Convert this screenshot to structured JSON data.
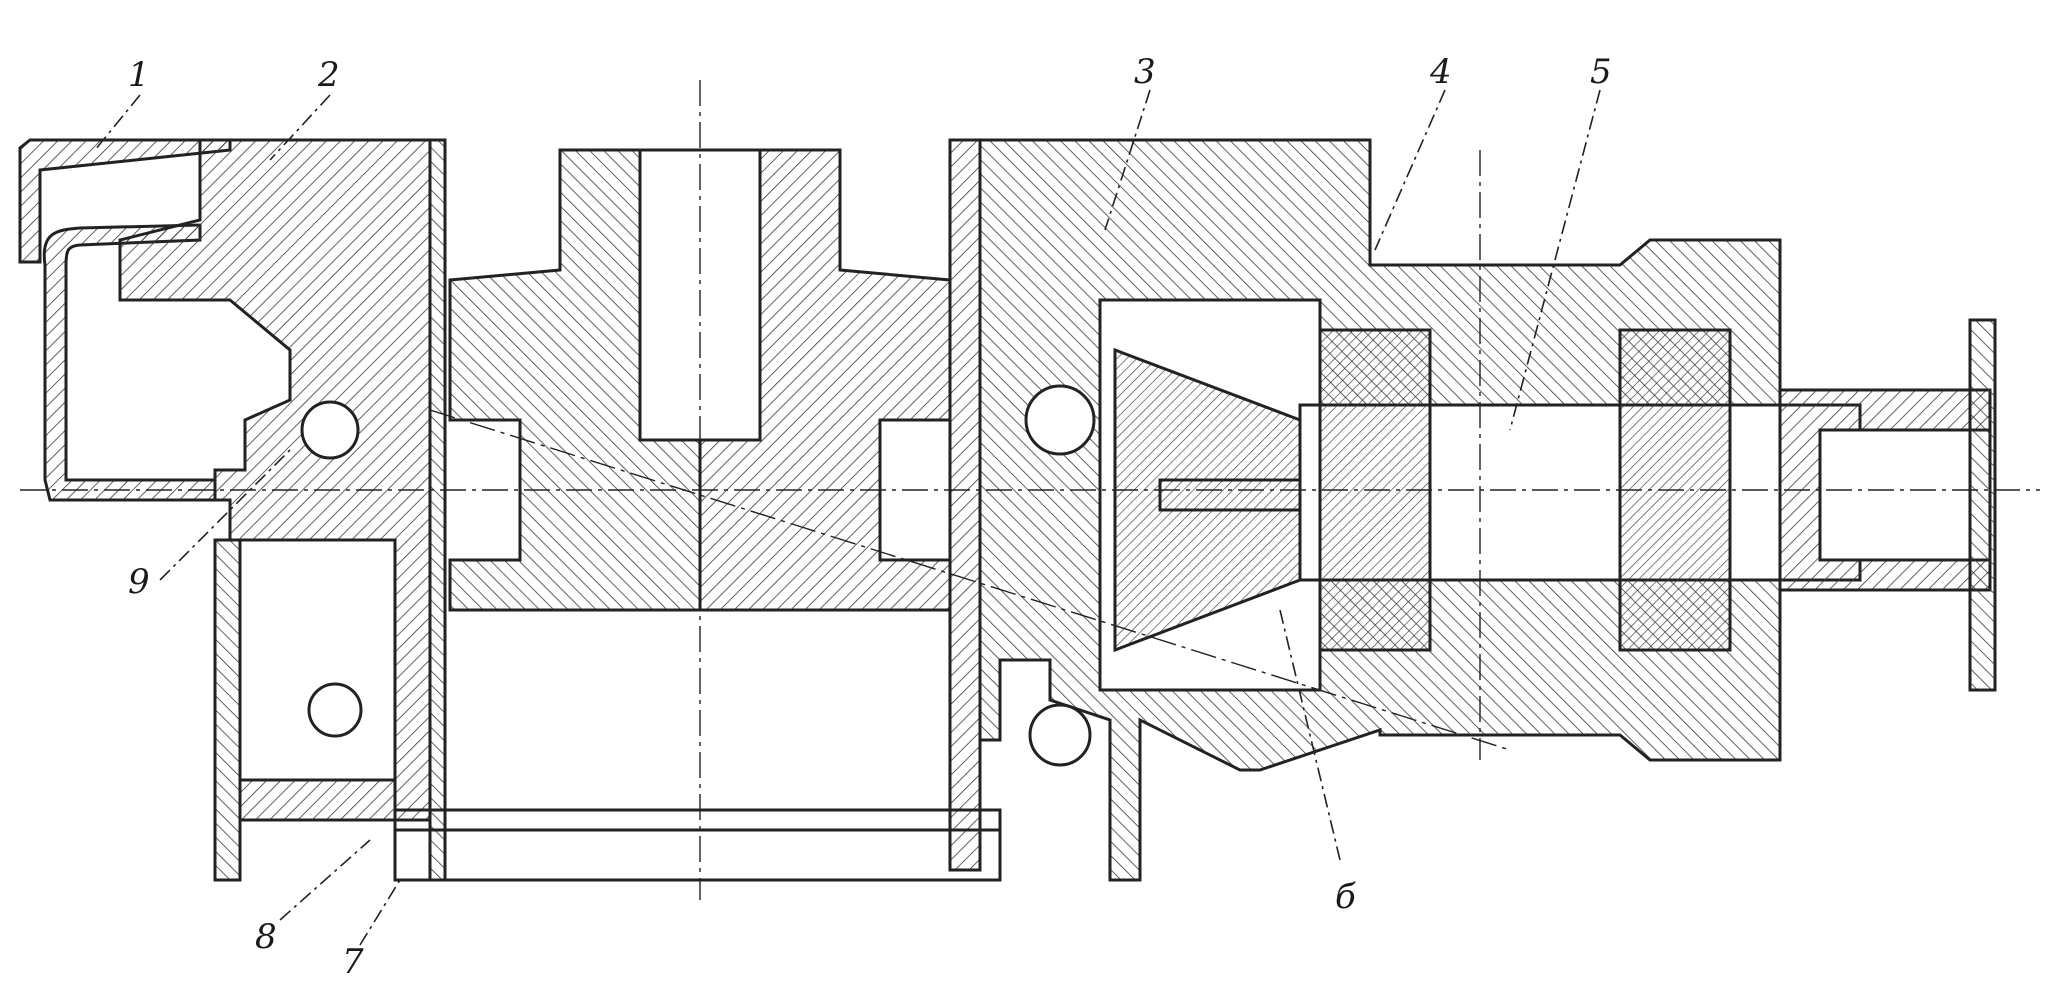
{
  "figure": {
    "callouts": [
      "1",
      "2",
      "3",
      "4",
      "5",
      "б",
      "7",
      "8",
      "9"
    ]
  },
  "colors": {
    "ink": "#222222",
    "paper": "#ffffff",
    "hatch": "#3a3a3a"
  }
}
